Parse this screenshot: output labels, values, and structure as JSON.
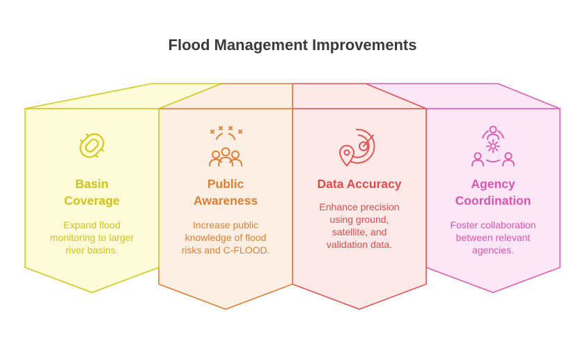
{
  "title": "Flood Management Improvements",
  "cards": [
    {
      "heading_lines": [
        "Basin",
        "Coverage"
      ],
      "body_lines": [
        "Expand flood",
        "monitoring to larger",
        "river basins."
      ],
      "icon": "life-ring-icon",
      "color": "#d4c81f",
      "text_color": "#d2c21a",
      "fill": "#fdfbd8"
    },
    {
      "heading_lines": [
        "Public",
        "Awareness"
      ],
      "body_lines": [
        "Increase public",
        "knowledge of flood",
        "risks and C-FLOOD."
      ],
      "icon": "people-celebration-icon",
      "color": "#e07f34",
      "text_color": "#e07f34",
      "fill": "#fdefe3"
    },
    {
      "heading_lines": [
        "Data Accuracy"
      ],
      "body_lines": [
        "Enhance precision",
        "using ground,",
        "satellite, and",
        "validation data."
      ],
      "icon": "radar-location-icon",
      "color": "#e65353",
      "text_color": "#e24a4a",
      "fill": "#fde9e8"
    },
    {
      "heading_lines": [
        "Agency",
        "Coordination"
      ],
      "body_lines": [
        "Foster collaboration",
        "between relevant",
        "agencies."
      ],
      "icon": "team-gear-icon",
      "color": "#df5db5",
      "text_color": "#dd54b0",
      "fill": "#fde6f5"
    }
  ]
}
